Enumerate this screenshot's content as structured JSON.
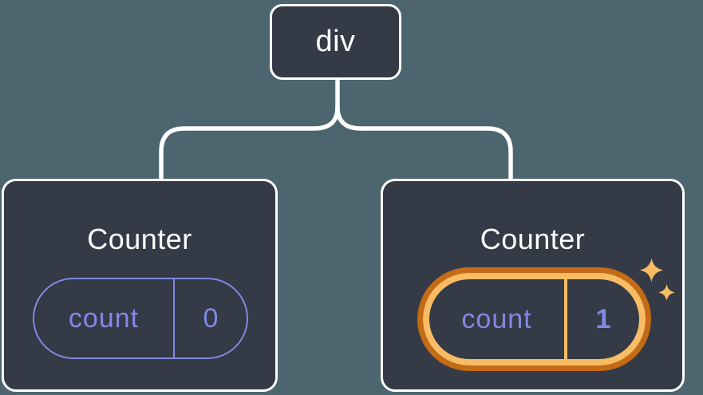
{
  "colors": {
    "background": "#4D656E",
    "node-fill": "#343A46",
    "node-border": "#FFFFFF",
    "text": "#FFFFFF",
    "state": "#8289E4",
    "highlight-dark": "#C56A15",
    "highlight-gold": "#F8BC64"
  },
  "tree": {
    "root": {
      "label": "div"
    },
    "children": [
      {
        "title": "Counter",
        "state": {
          "key": "count",
          "value": "0"
        },
        "highlighted": false
      },
      {
        "title": "Counter",
        "state": {
          "key": "count",
          "value": "1"
        },
        "highlighted": true
      }
    ]
  },
  "icons": {
    "sparkle": "✦"
  }
}
